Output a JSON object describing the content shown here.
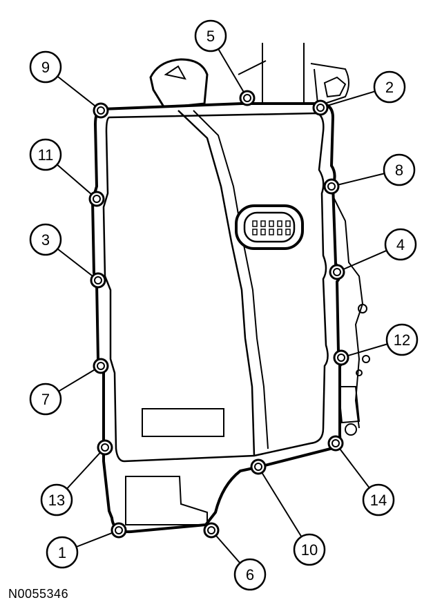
{
  "figure_id": "N0055346",
  "callouts": [
    {
      "id": "1",
      "label": "1"
    },
    {
      "id": "2",
      "label": "2"
    },
    {
      "id": "3",
      "label": "3"
    },
    {
      "id": "4",
      "label": "4"
    },
    {
      "id": "5",
      "label": "5"
    },
    {
      "id": "6",
      "label": "6"
    },
    {
      "id": "7",
      "label": "7"
    },
    {
      "id": "8",
      "label": "8"
    },
    {
      "id": "9",
      "label": "9"
    },
    {
      "id": "10",
      "label": "10"
    },
    {
      "id": "11",
      "label": "11"
    },
    {
      "id": "12",
      "label": "12"
    },
    {
      "id": "13",
      "label": "13"
    },
    {
      "id": "14",
      "label": "14"
    }
  ]
}
